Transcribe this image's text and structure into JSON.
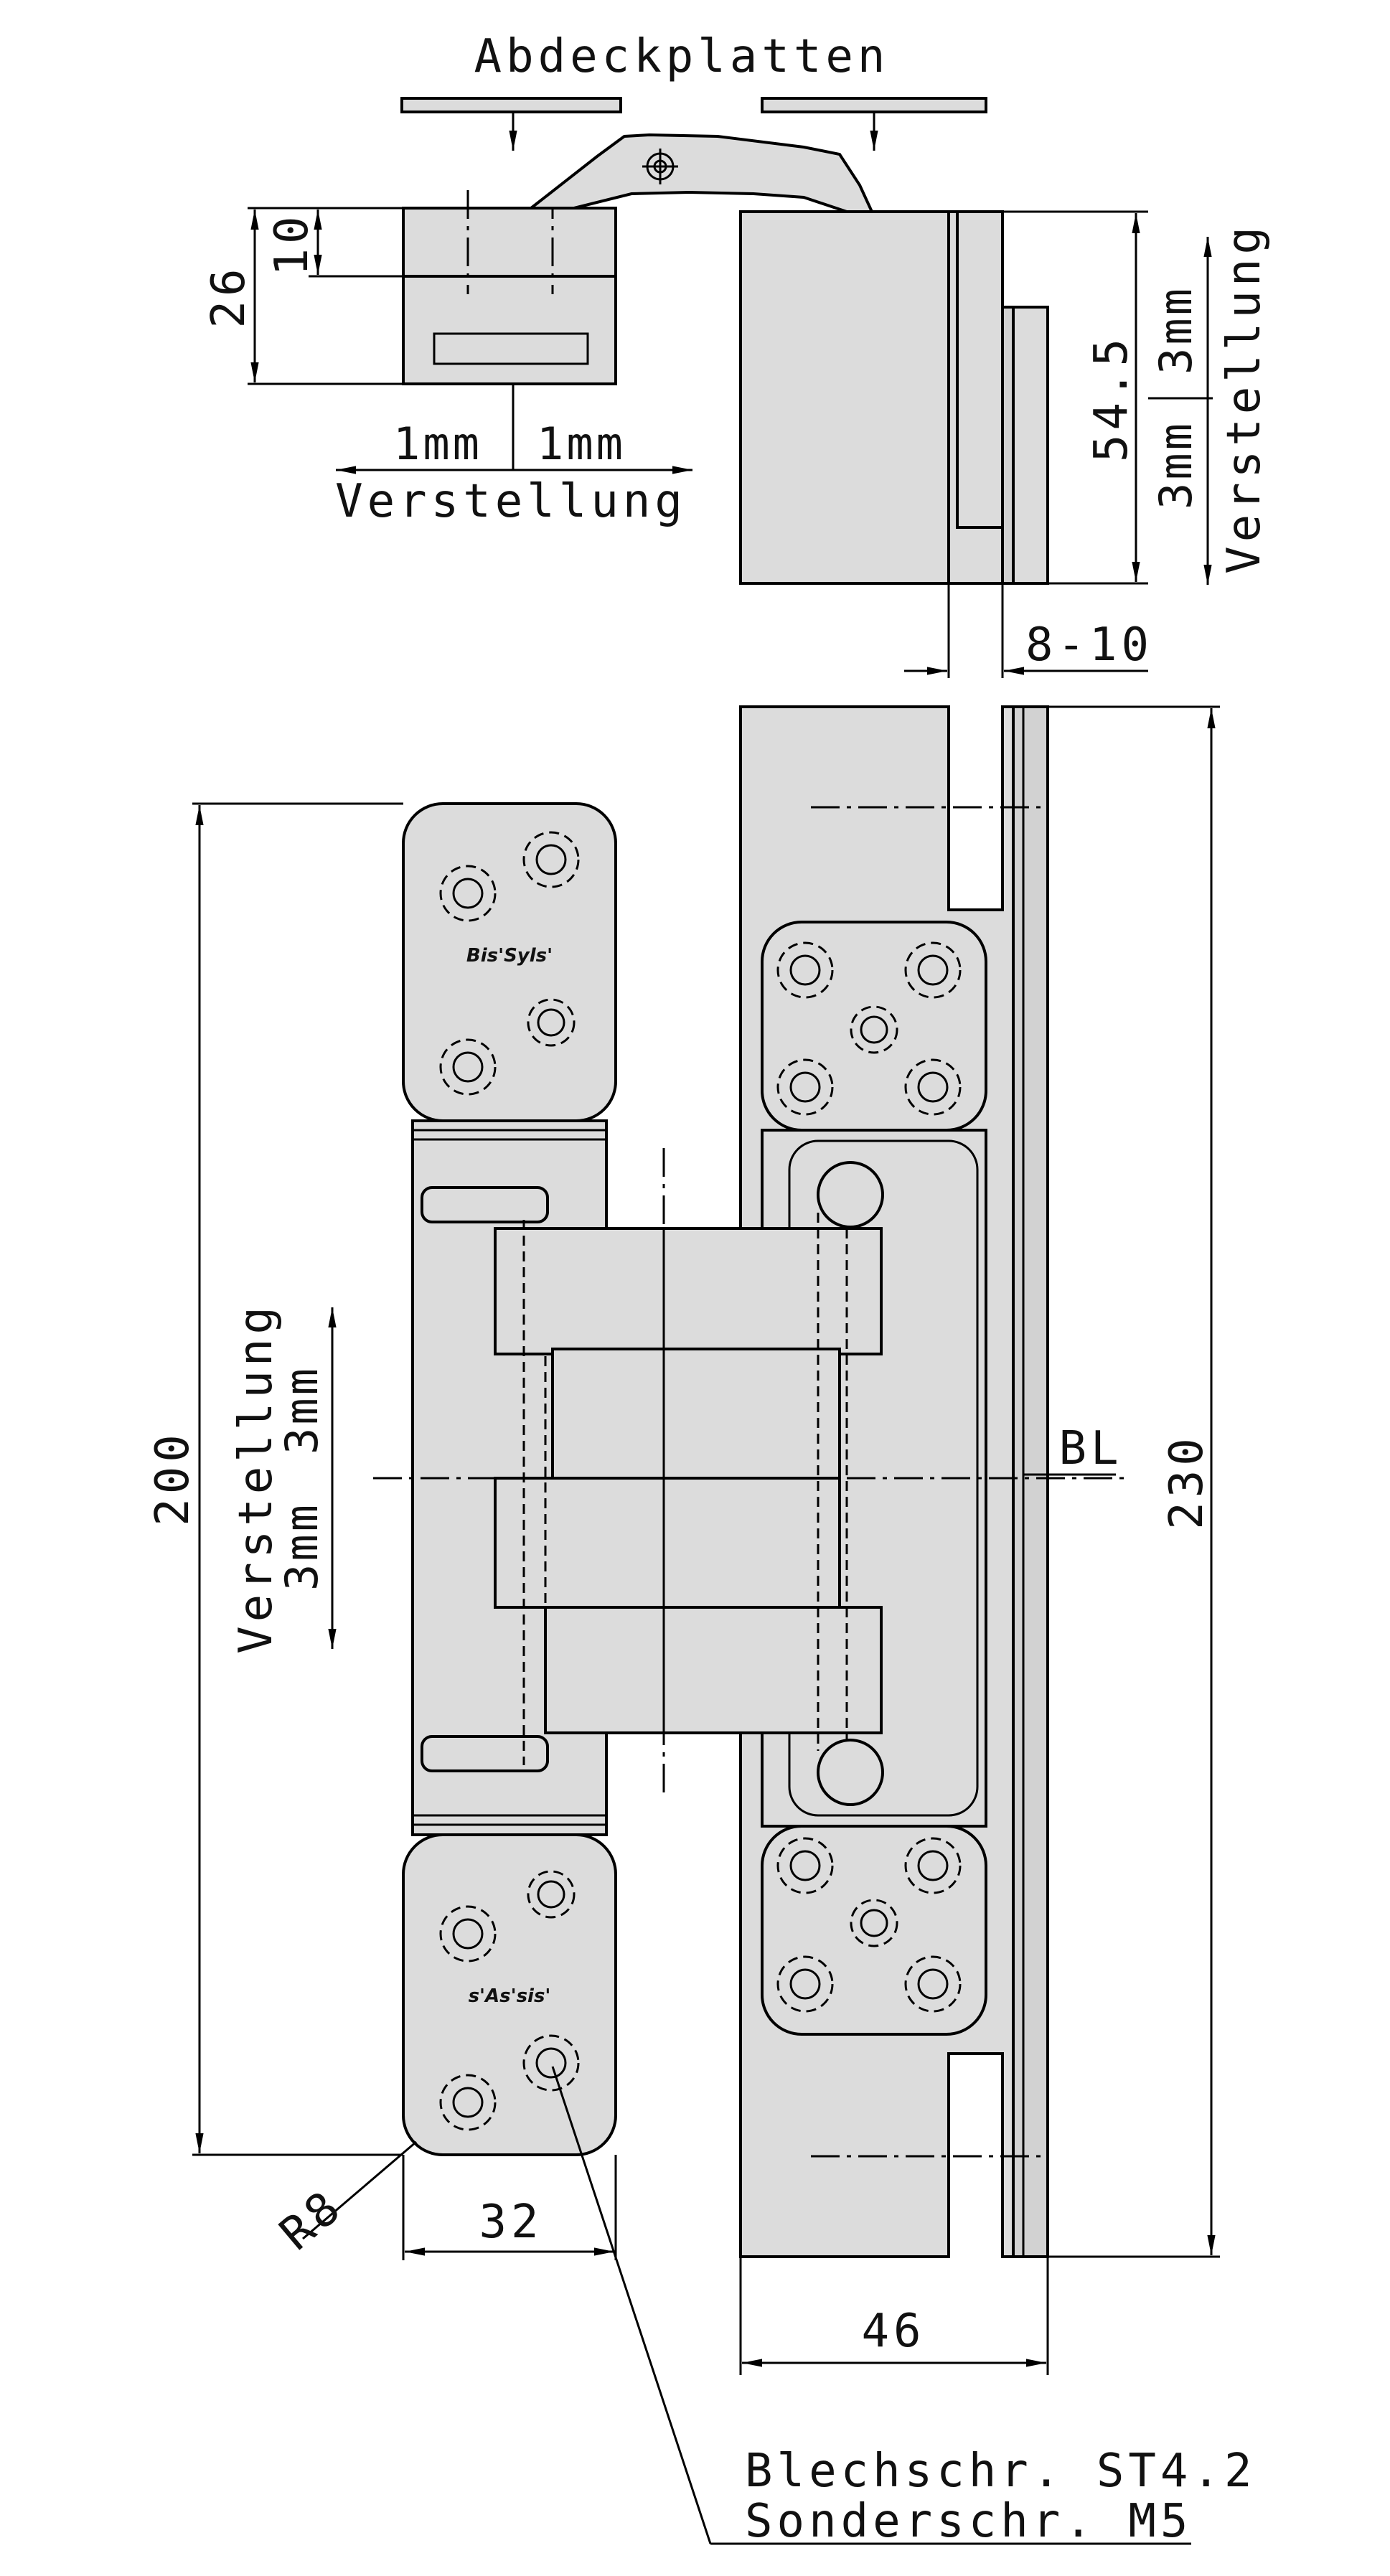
{
  "labels": {
    "cover_plates": "Abdeckplatten",
    "adjust_left": "1mm",
    "adjust_right": "1mm",
    "adjust_horizontal": "Verstellung",
    "dim_26": "26",
    "dim_10": "10",
    "dim_54_5": "54.5",
    "adjust_top_3mm_upper": "3mm",
    "adjust_top_3mm_lower": "3mm",
    "adjust_vertical_top": "Verstellung",
    "dim_8_10": "8-10",
    "dim_200": "200",
    "adjust_vertical_mid": "Verstellung",
    "adjust_mid_3mm_upper": "3mm",
    "adjust_mid_3mm_lower": "3mm",
    "bl": "BL",
    "dim_230": "230",
    "radius": "R8",
    "dim_32": "32",
    "dim_46": "46",
    "screw_1": "Blechschr. ST4.2",
    "screw_2": "Sonderschr. M5",
    "brand_top": "Bis'Syls'",
    "brand_bottom": "s'As'sis'"
  },
  "colors": {
    "part_fill": "#dcdcdc",
    "line": "#000000",
    "background": "#ffffff"
  }
}
